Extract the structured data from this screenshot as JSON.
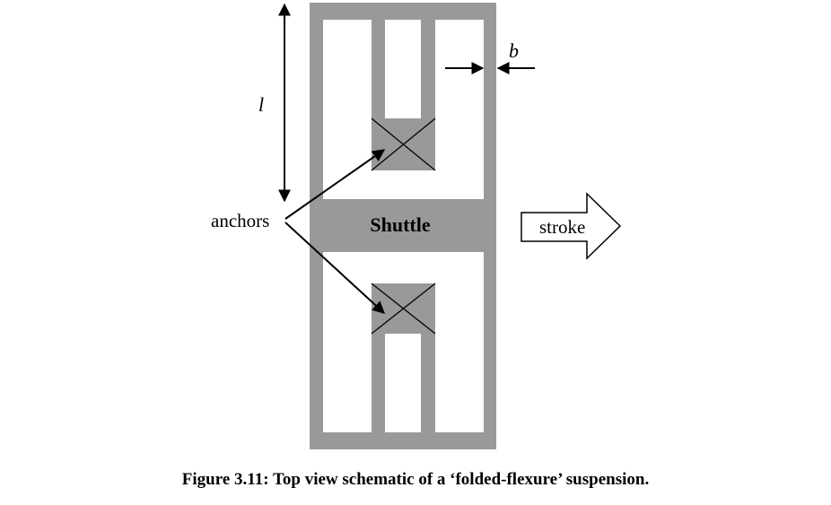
{
  "diagram": {
    "labels": {
      "dimension_length": "l",
      "dimension_width": "b",
      "anchors": "anchors",
      "shuttle": "Shuttle",
      "stroke": "stroke"
    },
    "colors": {
      "structure": "#999999",
      "background": "#ffffff",
      "lines": "#000000"
    }
  },
  "caption": "Figure 3.11: Top view schematic of a ‘folded-flexure’ suspension."
}
